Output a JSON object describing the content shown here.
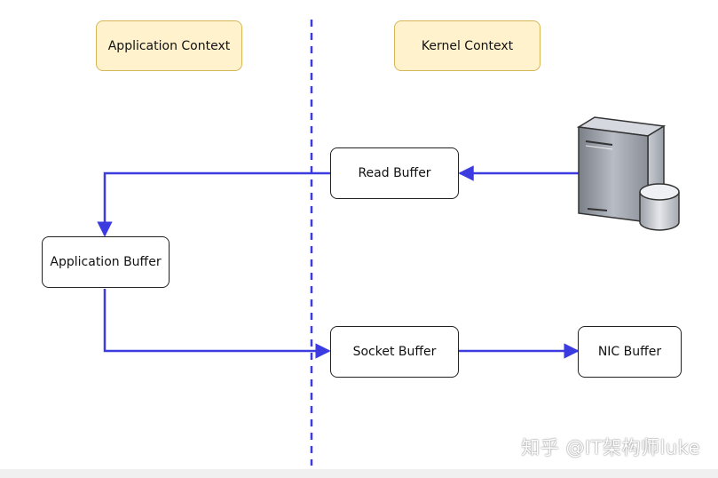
{
  "contexts": {
    "application": "Application Context",
    "kernel": "Kernel Context"
  },
  "nodes": {
    "read_buffer": "Read Buffer",
    "application_buffer": "Application Buffer",
    "socket_buffer": "Socket Buffer",
    "nic_buffer": "NIC Buffer"
  },
  "icons": {
    "server": "server-with-database-icon"
  },
  "colors": {
    "arrow": "#3b3be0",
    "context_fill": "#fff2cc",
    "context_border": "#d6b656"
  },
  "watermark": "知乎 @IT架构师luke"
}
